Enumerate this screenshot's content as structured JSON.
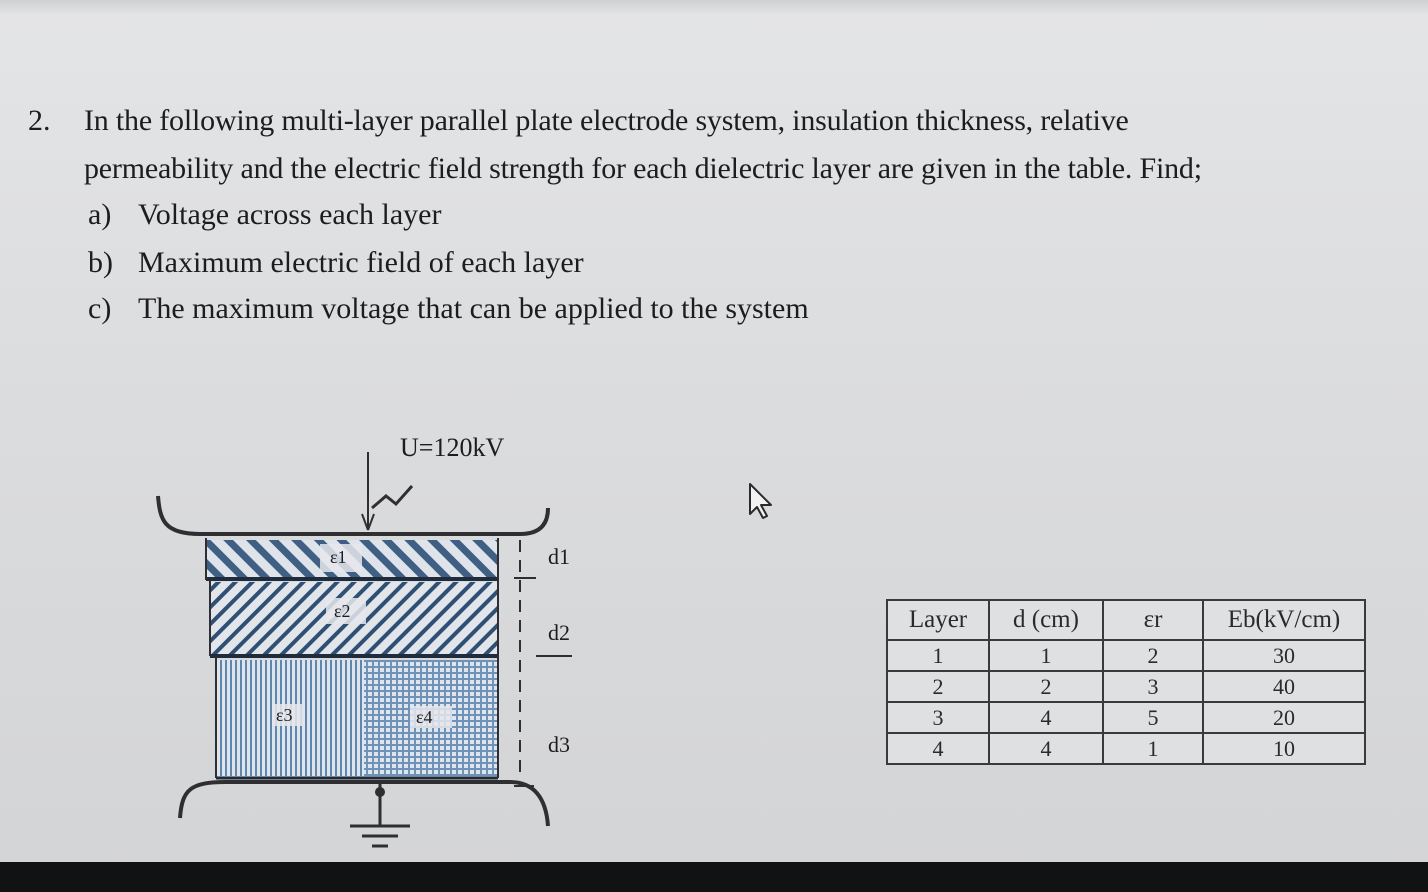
{
  "question": {
    "number": "2.",
    "lines": [
      "In the following multi-layer parallel plate electrode system, insulation thickness, relative",
      "permeability and the electric field strength for each dielectric layer are given in the table. Find;"
    ],
    "parts": [
      {
        "tag": "a)",
        "text": "Voltage across each layer"
      },
      {
        "tag": "b)",
        "text": "Maximum electric field of each layer"
      },
      {
        "tag": "c)",
        "text": "The maximum voltage that can be applied to the system"
      }
    ]
  },
  "diagram": {
    "voltage_label": "U=120kV",
    "layer_labels": [
      "ε1",
      "ε2",
      "ε3",
      "ε4"
    ],
    "thickness_labels": [
      "d1",
      "d2",
      "d3"
    ]
  },
  "table": {
    "headers": [
      "Layer",
      "d (cm)",
      "εr",
      "Eb(kV/cm)"
    ],
    "rows": [
      [
        "1",
        "1",
        "2",
        "30"
      ],
      [
        "2",
        "2",
        "3",
        "40"
      ],
      [
        "3",
        "4",
        "5",
        "20"
      ],
      [
        "4",
        "4",
        "1",
        "10"
      ]
    ]
  },
  "colors": {
    "text": "#1d1d1f",
    "hatch_blue": "#4a6f95",
    "line": "#2a2a2c"
  }
}
